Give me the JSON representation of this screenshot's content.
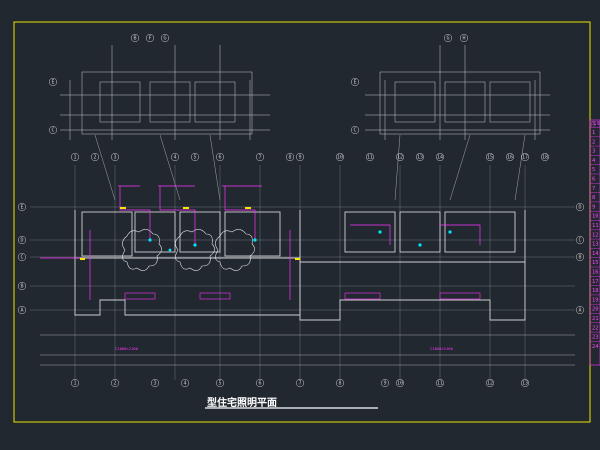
{
  "drawing": {
    "title": "型住宅照明平面",
    "room_label_left": "C1800×2100",
    "room_label_right": "C1800×2100"
  },
  "colors": {
    "background": "#212830",
    "frame": "#e6e600",
    "grid": "#8a8f96",
    "walls": "#d0d0d0",
    "wiring": "#ff33ff",
    "fixtures": "#00e5ff",
    "accent_yellow": "#ffe600",
    "title_underline": "#ffffff"
  },
  "axes": {
    "top_left": [
      "B",
      "F",
      "G"
    ],
    "top_right": [
      "G",
      "H"
    ],
    "side_left": [
      "E",
      "D",
      "C",
      "B",
      "A"
    ],
    "side_right": [
      "D",
      "C",
      "B",
      "A"
    ],
    "upper_left": [
      "E",
      "C"
    ],
    "upper_right": [
      "E",
      "C"
    ],
    "main_top": [
      "1",
      "2",
      "3",
      "4",
      "5",
      "6",
      "7",
      "8",
      "9",
      "10",
      "11",
      "12",
      "13",
      "14",
      "15",
      "16",
      "17",
      "18"
    ],
    "main_bottom": [
      "1",
      "2",
      "3",
      "4",
      "5",
      "6",
      "7",
      "8",
      "9",
      "10",
      "11",
      "12",
      "13"
    ]
  },
  "legend": {
    "header": "序号",
    "rows": [
      "1",
      "2",
      "3",
      "4",
      "5",
      "6",
      "7",
      "8",
      "9",
      "10",
      "11",
      "12",
      "13",
      "14",
      "15",
      "16",
      "17",
      "18",
      "19",
      "20",
      "21",
      "22",
      "23",
      "24"
    ]
  }
}
